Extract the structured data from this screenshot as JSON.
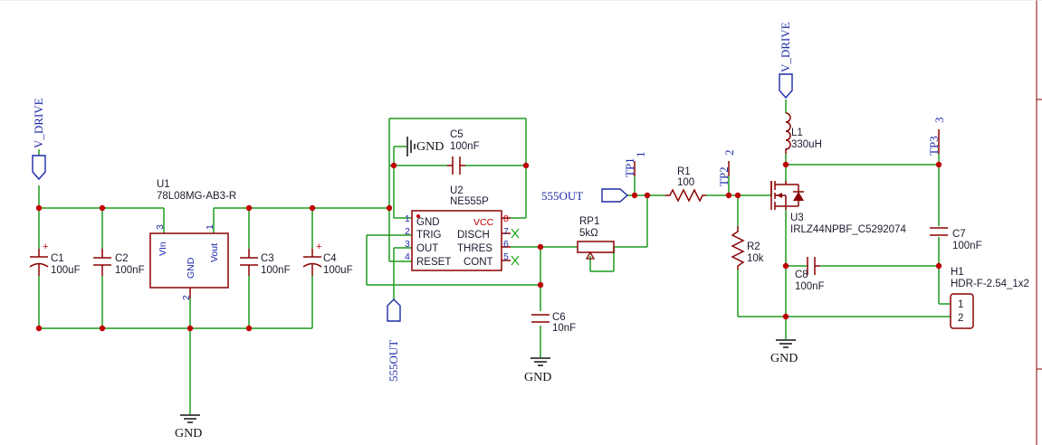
{
  "nets": {
    "v_drive": "V_DRIVE",
    "gnd": "GND",
    "out555": "555OUT"
  },
  "u1": {
    "ref": "U1",
    "value": "78L08MG-AB3-R",
    "pin_vin": "VIn",
    "pin_gnd": "GND",
    "pin_vout": "Vout",
    "pin3": "3",
    "pin2": "2",
    "pin1": "1"
  },
  "c1": {
    "ref": "C1",
    "value": "100uF"
  },
  "c2": {
    "ref": "C2",
    "value": "100nF"
  },
  "c3": {
    "ref": "C3",
    "value": "100nF"
  },
  "c4": {
    "ref": "C4",
    "value": "100uF"
  },
  "c5": {
    "ref": "C5",
    "value": "100nF"
  },
  "c6": {
    "ref": "C6",
    "value": "10nF"
  },
  "c7": {
    "ref": "C7",
    "value": "100nF"
  },
  "c8": {
    "ref": "C8",
    "value": "100nF"
  },
  "u2": {
    "ref": "U2",
    "value": "NE555P",
    "pins_left": [
      "GND",
      "TRIG",
      "OUT",
      "RESET"
    ],
    "pins_left_num": [
      "1",
      "2",
      "3",
      "4"
    ],
    "pins_mid": [
      "DISCH",
      "THRES",
      "CONT"
    ],
    "vcc": "VCC",
    "pins_right_num": [
      "8",
      "7",
      "6",
      "5"
    ]
  },
  "rp1": {
    "ref": "RP1",
    "value": "5kΩ"
  },
  "r1": {
    "ref": "R1",
    "value": "100"
  },
  "r2": {
    "ref": "R2",
    "value": "10k"
  },
  "l1": {
    "ref": "L1",
    "value": "330uH"
  },
  "u3": {
    "ref": "U3",
    "value": "IRLZ44NPBF_C5292074"
  },
  "h1": {
    "ref": "H1",
    "value": "HDR-F-2.54_1x2",
    "pin1": "1",
    "pin2": "2"
  },
  "tp1": {
    "name": "TP1",
    "num": "1"
  },
  "tp2": {
    "name": "TP2",
    "num": "2"
  },
  "tp3": {
    "name": "TP3",
    "num": "3"
  },
  "colors": {
    "wire": "#1f9a1f",
    "component": "#8b0000",
    "junction": "#c00000",
    "label": "#1c2aa8"
  }
}
